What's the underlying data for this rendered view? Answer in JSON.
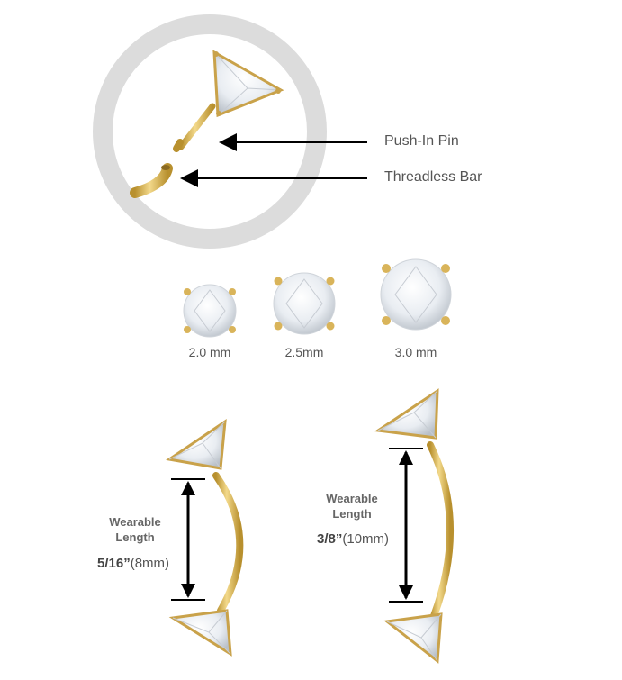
{
  "callouts": {
    "pin": "Push-In Pin",
    "bar": "Threadless Bar"
  },
  "sizes": [
    {
      "label": "2.0 mm"
    },
    {
      "label": "2.5mm"
    },
    {
      "label": "3.0 mm"
    }
  ],
  "barbells": [
    {
      "wearable": "Wearable",
      "length_word": "Length",
      "imperial": "5/16”",
      "metric": "(8mm)"
    },
    {
      "wearable": "Wearable",
      "length_word": "Length",
      "imperial": "3/8”",
      "metric": "(10mm)"
    }
  ],
  "colors": {
    "gold": "#d9b45a",
    "gold_dark": "#b08a30",
    "ring": "#dcdcdc",
    "gem": "#f4f6f9",
    "arrow": "#000000"
  }
}
